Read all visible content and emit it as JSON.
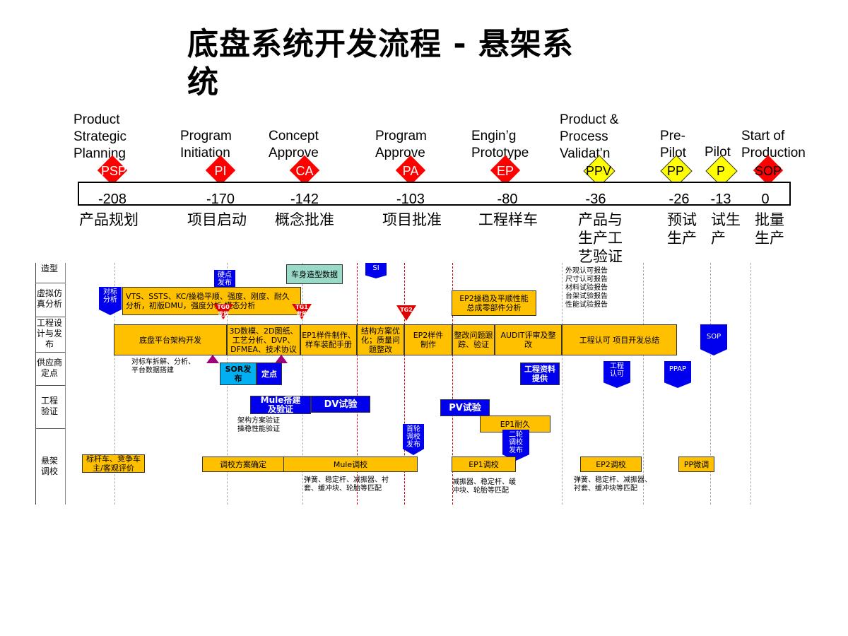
{
  "title": "底盘系统开发流程 - 悬架系统",
  "milestones": [
    {
      "en": "Product\nStrategic\nPlanning",
      "code": "PSP",
      "color": "#ff0000",
      "day": "-208",
      "zh": "产品规划"
    },
    {
      "en": "Program\nInitiation",
      "code": "PI",
      "color": "#ff0000",
      "day": "-170",
      "zh": "项目启动"
    },
    {
      "en": "Concept\nApprove",
      "code": "CA",
      "color": "#ff0000",
      "day": "-142",
      "zh": "概念批准"
    },
    {
      "en": "Program\nApprove",
      "code": "PA",
      "color": "#ff0000",
      "day": "-103",
      "zh": "项目批准"
    },
    {
      "en": "Engin’g\nPrototype",
      "code": "EP",
      "color": "#ff0000",
      "day": "-80",
      "zh": "工程样车"
    },
    {
      "en": "Product &\nProcess\nValidat’n",
      "code": "PPV",
      "color": "#ffff00",
      "day": "-36",
      "zh": "产品与\n生产工\n艺验证"
    },
    {
      "en": "Pre-\nPilot",
      "code": "PP",
      "color": "#ffff00",
      "day": "-26",
      "zh": "预试\n生产"
    },
    {
      "en": "Pilot",
      "code": "P",
      "color": "#ffff00",
      "day": "-13",
      "zh": "试生\n产"
    },
    {
      "en": "Start  of\nProduction",
      "code": "SOP",
      "color": "#ff0000",
      "day": "0",
      "zh": "批量\n生产"
    }
  ],
  "rows": [
    "造型",
    "虚拟仿\n真分析",
    "工程设\n计与发\n布",
    "供应商\n定点",
    "工程\n验证",
    "悬架\n调校"
  ],
  "bars": {
    "body_data": "车身造型数据",
    "vts": "VTS、SSTS、KC/操稳平顺、强度、刚度、耐久\n分析，初版DMU，强度分析    模态分析",
    "ep2_analysis": "EP2操稳及平顺性能\n总成零部件分析",
    "platform": "底盘平台架构开发",
    "data3d": "3D数模、2D图纸、\n工艺分析、DVP、\nDFMEA、技术协议",
    "ep1_parts": "EP1样件制作、\n样车装配手册",
    "structure": "结构方案优\n化；质量问\n题整改",
    "ep2_parts": "EP2样件\n制作",
    "problem": "整改问题跟\n踪、验证",
    "audit": "AUDIT评审及整\n改",
    "eng_approve": "工程认可    项目开发总结",
    "sor": "SOR发\n布",
    "dingdian": "定点",
    "eng_data": "工程资料\n提供",
    "mule_build": "Mule搭建\n及验证",
    "dv": "DV试验",
    "pv": "PV试验",
    "ep1_endur": "EP1耐久",
    "bench": "标杆车、竞争车\n主/客观评价",
    "tuning_plan": "调校方案确定",
    "mule_tuning": "Mule调校",
    "ep1_tuning": "EP1调校",
    "ep2_tuning": "EP2调校",
    "pp_tuning": "PP微调"
  },
  "flags": {
    "hardpoint": "硬点\n发布",
    "si": "SI",
    "benchmark": "对标\n分析",
    "sop": "SOP",
    "eng_approve2": "工程\n认可",
    "ppap": "PPAP",
    "first_tuning": "首轮\n调校\n发布",
    "second_tuning": "二轮\n调校\n发布"
  },
  "gates": {
    "tg0": "TG0\n发放",
    "tg1": "TG1\n发放",
    "tg2": "TG2"
  },
  "notes": {
    "teardown": "对标车拆解、分析、\n平台数据搭建",
    "scheme": "架构方案验证\n操稳性能验证",
    "parts1": "弹簧、稳定杆、减振器、衬\n套、缓冲块、轮胎等匹配",
    "parts2": "减振器、稳定杆、缓\n冲块、轮胎等匹配",
    "parts3": "弹簧、稳定杆、减振器、\n衬套、缓冲块等匹配",
    "reports": "外观认可报告\n尺寸认可报告\n材料试验报告\n台架试验报告\n性能试验报告"
  },
  "colors": {
    "orange": "#ffc000",
    "blue": "#0000ee",
    "red": "#ff0000",
    "yellow": "#ffff00"
  }
}
